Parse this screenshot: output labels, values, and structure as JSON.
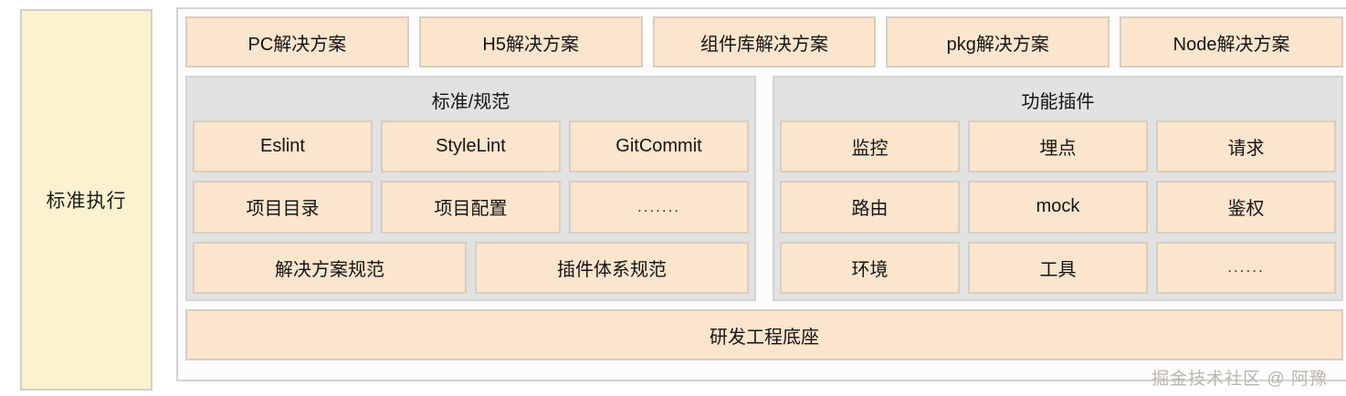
{
  "left_column": {
    "label": "标准执行"
  },
  "solutions": [
    {
      "label": "PC解决方案"
    },
    {
      "label": "H5解决方案"
    },
    {
      "label": "组件库解决方案"
    },
    {
      "label": "pkg解决方案"
    },
    {
      "label": "Node解决方案"
    }
  ],
  "panels": [
    {
      "title": "标准/规范",
      "rows": [
        [
          {
            "label": "Eslint"
          },
          {
            "label": "StyleLint"
          },
          {
            "label": "GitCommit"
          }
        ],
        [
          {
            "label": "项目目录"
          },
          {
            "label": "项目配置"
          },
          {
            "label": ".......",
            "dots": true
          }
        ],
        [
          {
            "label": "解决方案规范"
          },
          {
            "label": "插件体系规范"
          }
        ]
      ]
    },
    {
      "title": "功能插件",
      "rows": [
        [
          {
            "label": "监控"
          },
          {
            "label": "埋点"
          },
          {
            "label": "请求"
          }
        ],
        [
          {
            "label": "路由"
          },
          {
            "label": "mock"
          },
          {
            "label": "鉴权"
          }
        ],
        [
          {
            "label": "环境"
          },
          {
            "label": "工具"
          },
          {
            "label": "......",
            "dots": true
          }
        ]
      ]
    }
  ],
  "base_bar": {
    "label": "研发工程底座"
  },
  "watermark": {
    "text": "掘金技术社区 @ 阿豫"
  },
  "colors": {
    "tile_fill": "#fbe5cd",
    "tile_border": "#d9cdbf",
    "panel_fill": "#e2e2e2",
    "left_column_fill": "#fbf2cf",
    "frame_border": "#d3d3d3"
  }
}
